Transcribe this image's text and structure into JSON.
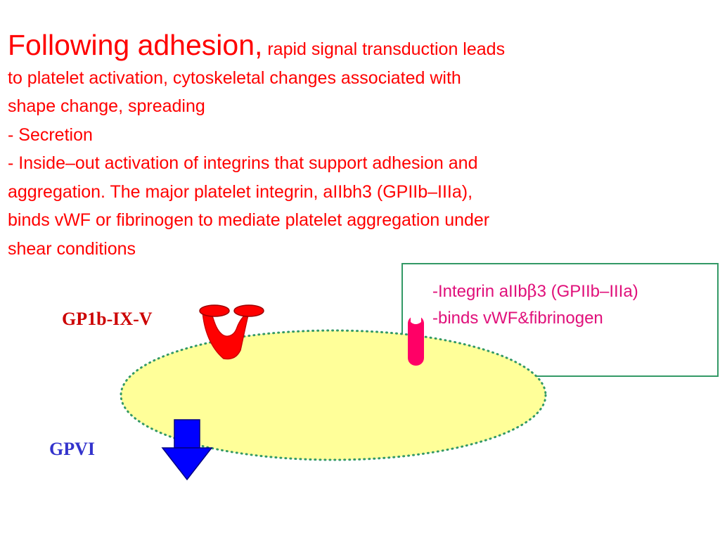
{
  "text": {
    "heading": "Following adhesion,",
    "line1_rest": "rapid signal transduction leads",
    "line2": "to platelet activation, cytoskeletal changes associated with",
    "line3": "shape change, spreading",
    "line4": "-  Secretion",
    "line5": "- Inside–out activation of integrins that support adhesion and",
    "line6": "aggregation. The major platelet integrin, aIIbh3 (GPIIb–IIIa),",
    "line7": "binds vWF or fibrinogen to mediate platelet aggregation under",
    "line8": "shear conditions"
  },
  "labels": {
    "gp1b": "GP1b-IX-V",
    "gpvi": "GPVI"
  },
  "integrin_box": {
    "line1_prefix": "-Integrin aIIb",
    "line1_beta": "β",
    "line1_suffix": "3 (GPIIb–IIIa)",
    "line2": "-binds  vWF&fibrinogen"
  },
  "colors": {
    "main_text": "#ff0000",
    "gp1b_label": "#cc0000",
    "gpvi_label": "#3333cc",
    "integrin_text": "#e0107a",
    "platelet_fill": "#ffff99",
    "platelet_border": "#339966",
    "gp1b_receptor": "#ff0000",
    "integrin_receptor": "#ff0066",
    "gpvi_arrow": "#0000ff",
    "box_border": "#339966"
  }
}
